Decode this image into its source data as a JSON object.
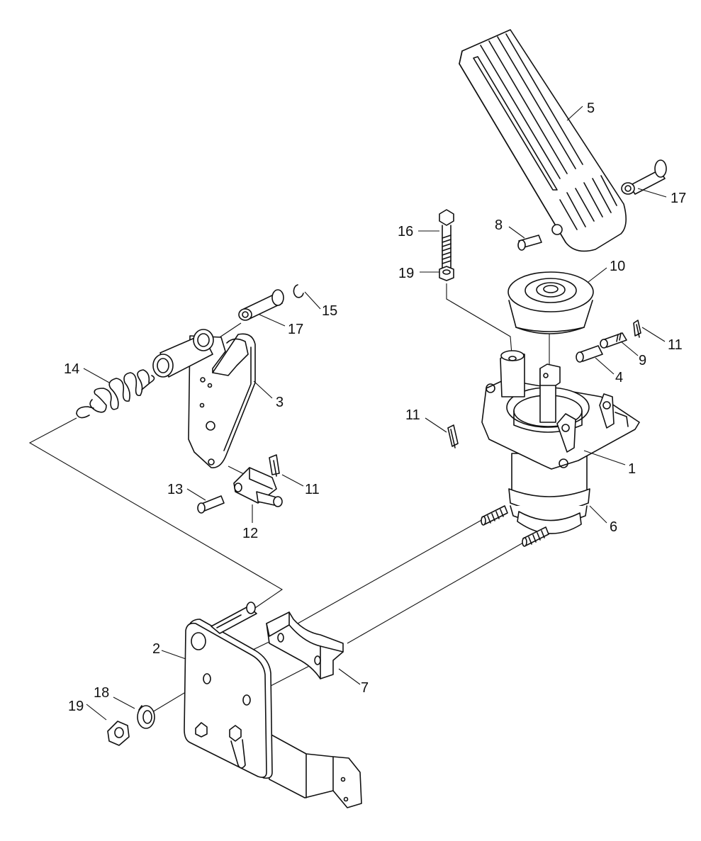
{
  "callouts": {
    "c1": "1",
    "c2": "2",
    "c3": "3",
    "c4": "4",
    "c5": "5",
    "c6": "6",
    "c7": "7",
    "c8": "8",
    "c9": "9",
    "c10": "10",
    "c11a": "11",
    "c11b": "11",
    "c11c": "11",
    "c12": "12",
    "c13": "13",
    "c14": "14",
    "c15": "15",
    "c16": "16",
    "c17a": "17",
    "c17b": "17",
    "c18": "18",
    "c19a": "19",
    "c19b": "19"
  }
}
